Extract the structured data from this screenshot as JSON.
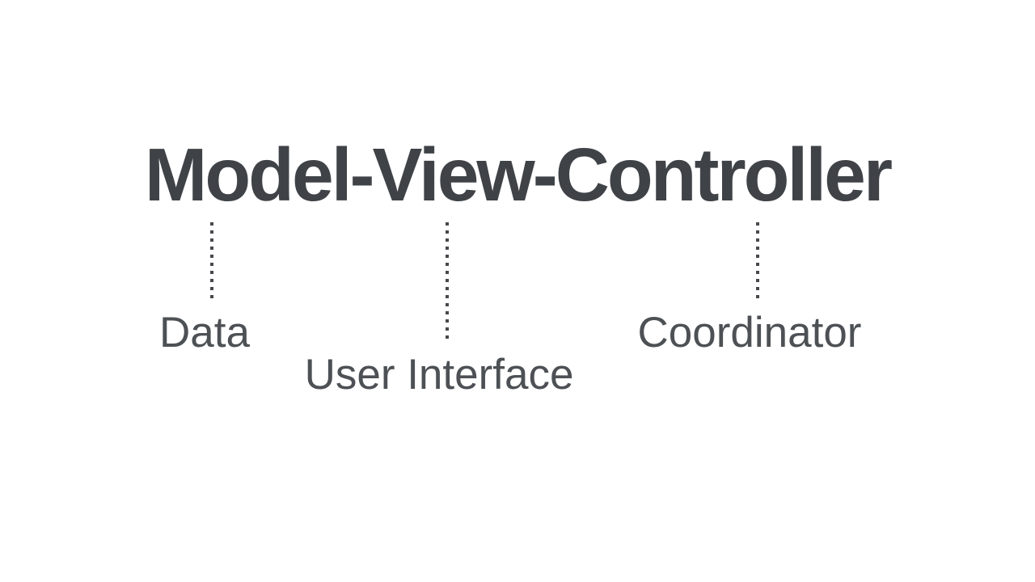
{
  "title": {
    "text": "Model-View-Controller"
  },
  "annotations": {
    "model": {
      "term": "Model",
      "label": "Data"
    },
    "view": {
      "term": "View",
      "label": "User Interface"
    },
    "controller": {
      "term": "Controller",
      "label": "Coordinator"
    }
  },
  "colors": {
    "background": "#ffffff",
    "ink_title": "#3f4347",
    "ink_label": "#4d5155",
    "dot": "#46494d"
  }
}
